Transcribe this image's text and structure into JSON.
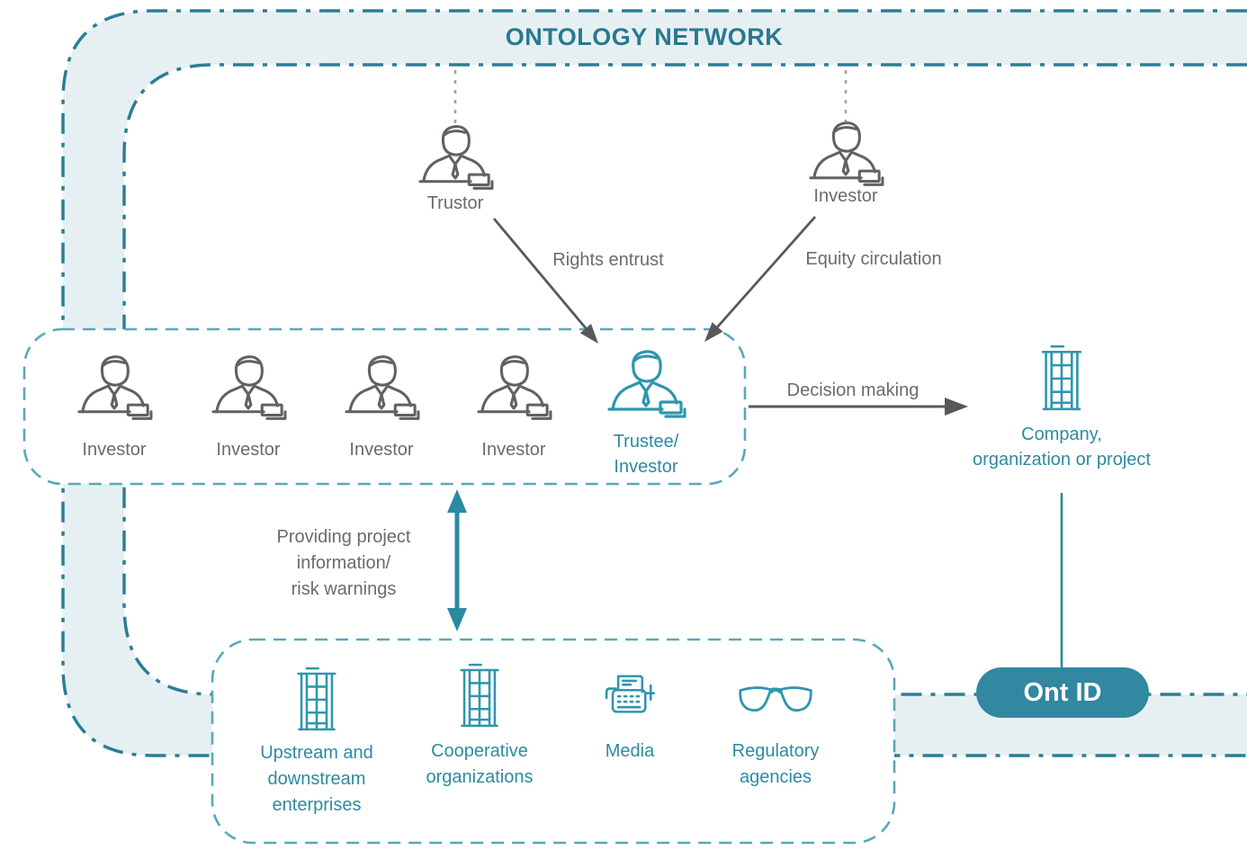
{
  "title": "ONTOLOGY NETWORK",
  "colors": {
    "band_stroke": "#2b7e96",
    "band_fill": "#e6f0f2",
    "box_dash": "#58a8ba",
    "icon_gray": "#606165",
    "icon_teal": "#2f96ad",
    "text_gray": "#6a6b6e",
    "text_teal": "#2e8aa1",
    "arrow_gray": "#57585a",
    "pill_fill": "#3287a1",
    "pill_text": "#ffffff"
  },
  "top_actors": [
    {
      "label": "Trustor",
      "icon": "person-icon"
    },
    {
      "label": "Investor",
      "icon": "person-icon"
    }
  ],
  "flows": {
    "rights_entrust": "Rights entrust",
    "equity_circulation": "Equity circulation",
    "decision_making": "Decision making",
    "providing_lines": [
      "Providing project",
      "information/",
      "risk warnings"
    ]
  },
  "middle_box": {
    "investors": [
      {
        "label": "Investor",
        "icon": "person-icon"
      },
      {
        "label": "Investor",
        "icon": "person-icon"
      },
      {
        "label": "Investor",
        "icon": "person-icon"
      },
      {
        "label": "Investor",
        "icon": "person-icon"
      }
    ],
    "trustee": {
      "lines": [
        "Trustee/",
        "Investor"
      ],
      "icon": "person-icon"
    }
  },
  "company": {
    "lines": [
      "Company,",
      "organization or project"
    ],
    "icon": "building-icon"
  },
  "ont_id": {
    "label": "Ont ID"
  },
  "bottom_box": {
    "items": [
      {
        "icon": "building-icon",
        "lines": [
          "Upstream and",
          "downstream",
          "enterprises"
        ]
      },
      {
        "icon": "building-icon",
        "lines": [
          "Cooperative",
          "organizations"
        ]
      },
      {
        "icon": "typewriter-icon",
        "lines": [
          "Media"
        ]
      },
      {
        "icon": "glasses-icon",
        "lines": [
          "Regulatory",
          "agencies"
        ]
      }
    ]
  }
}
